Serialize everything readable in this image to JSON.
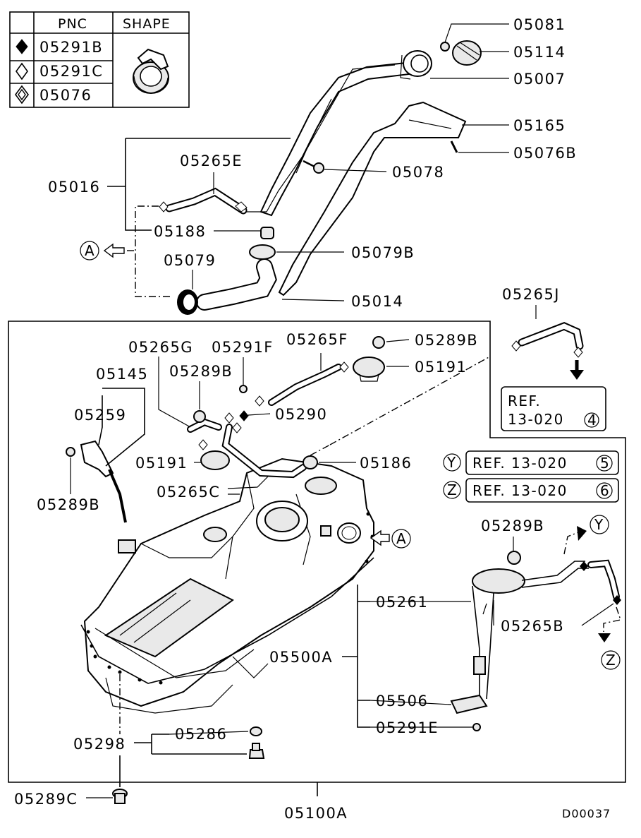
{
  "legend": {
    "header_pnc": "PNC",
    "header_shape": "SHAPE",
    "rows": [
      "05291B",
      "05291C",
      "05076"
    ]
  },
  "labels": {
    "p05081": "05081",
    "p05114": "05114",
    "p05007": "05007",
    "p05165": "05165",
    "p05076B": "05076B",
    "p05078": "05078",
    "p05016": "05016",
    "p05265E": "05265E",
    "p05188": "05188",
    "p05079B": "05079B",
    "p05079": "05079",
    "p05014": "05014",
    "p05265J": "05265J",
    "p05265G": "05265G",
    "p05291F": "05291F",
    "p05265F": "05265F",
    "p05289B_top": "05289B",
    "p05289B_mid": "05289B",
    "p05191_a": "05191",
    "p05290": "05290",
    "p05145": "05145",
    "p05259": "05259",
    "p05191_b": "05191",
    "p05186": "05186",
    "p05265C": "05265C",
    "p05289B_left": "05289B",
    "p05289B_right": "05289B",
    "p05261": "05261",
    "p05265B": "05265B",
    "p05500A": "05500A",
    "p05506": "05506",
    "p05291E": "05291E",
    "p05286": "05286",
    "p05298": "05298",
    "p05289C": "05289C",
    "p05100A": "05100A",
    "code": "D00037"
  },
  "refs": {
    "ref4_line1": "REF.",
    "ref4_line2": "13-020",
    "ref4_num": "4",
    "ref5_text": "REF. 13-020",
    "ref5_num": "5",
    "ref5_key": "Y",
    "ref6_text": "REF. 13-020",
    "ref6_num": "6",
    "ref6_key": "Z"
  },
  "markers": {
    "a_left": "A",
    "a_right": "A",
    "y_flow": "Y",
    "z_flow": "Z"
  }
}
